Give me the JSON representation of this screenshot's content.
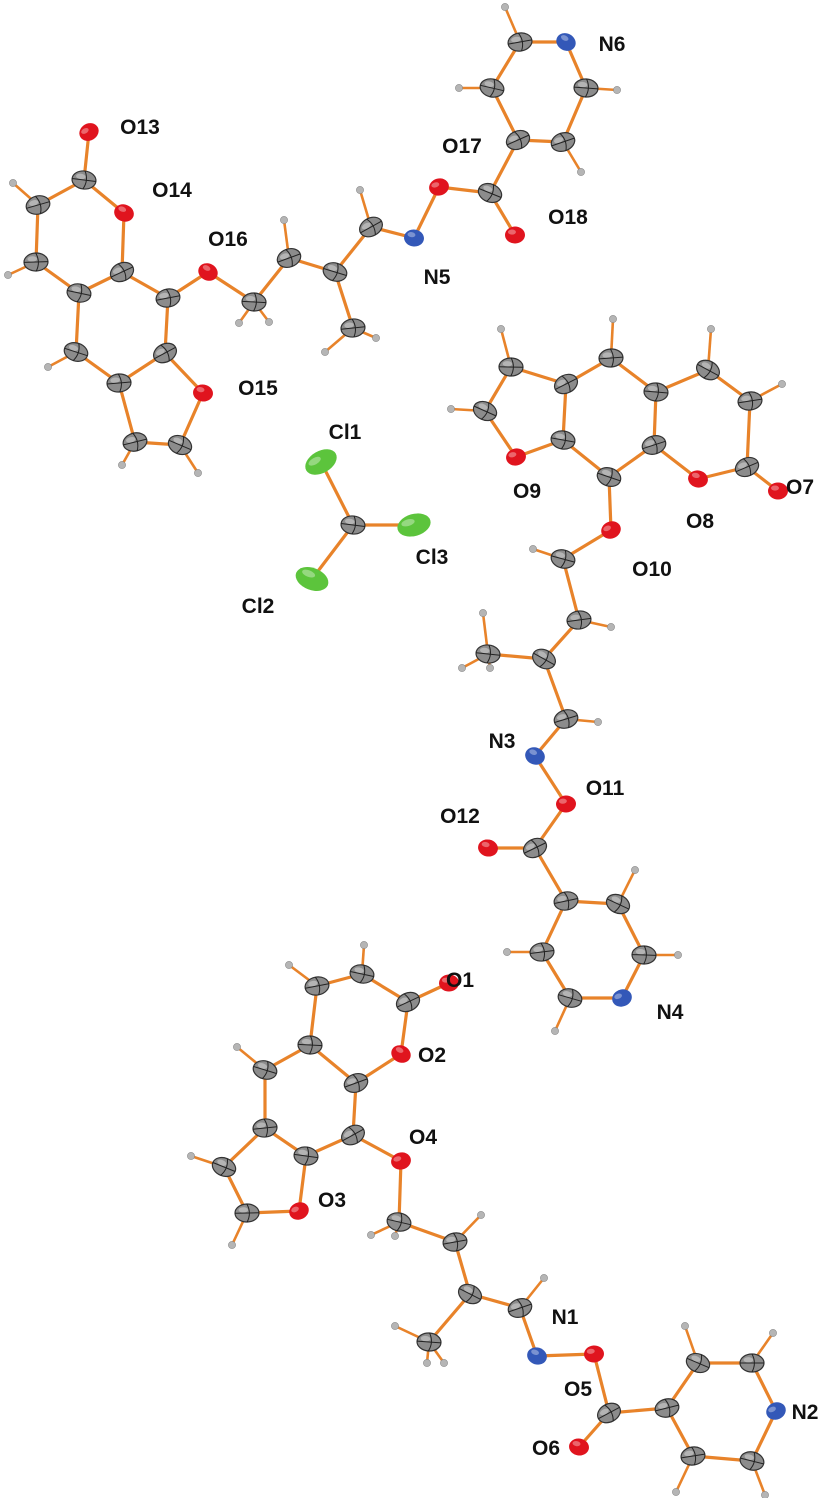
{
  "figure": {
    "type": "ORTEP crystal structure",
    "colors": {
      "bond": "#e8832a",
      "carbon": "#8c8c8c",
      "hydrogen": "#b5b5b5",
      "oxygen": "#e0141e",
      "nitrogen": "#3358b8",
      "chlorine": "#5cc43c"
    },
    "atom_labels": [
      "N6",
      "O13",
      "O17",
      "O14",
      "O16",
      "O18",
      "N5",
      "O15",
      "Cl1",
      "O7",
      "O9",
      "O8",
      "Cl3",
      "O10",
      "Cl2",
      "N3",
      "O11",
      "O12",
      "O1",
      "N4",
      "O2",
      "O4",
      "O3",
      "N1",
      "O5",
      "N2",
      "O6"
    ]
  }
}
